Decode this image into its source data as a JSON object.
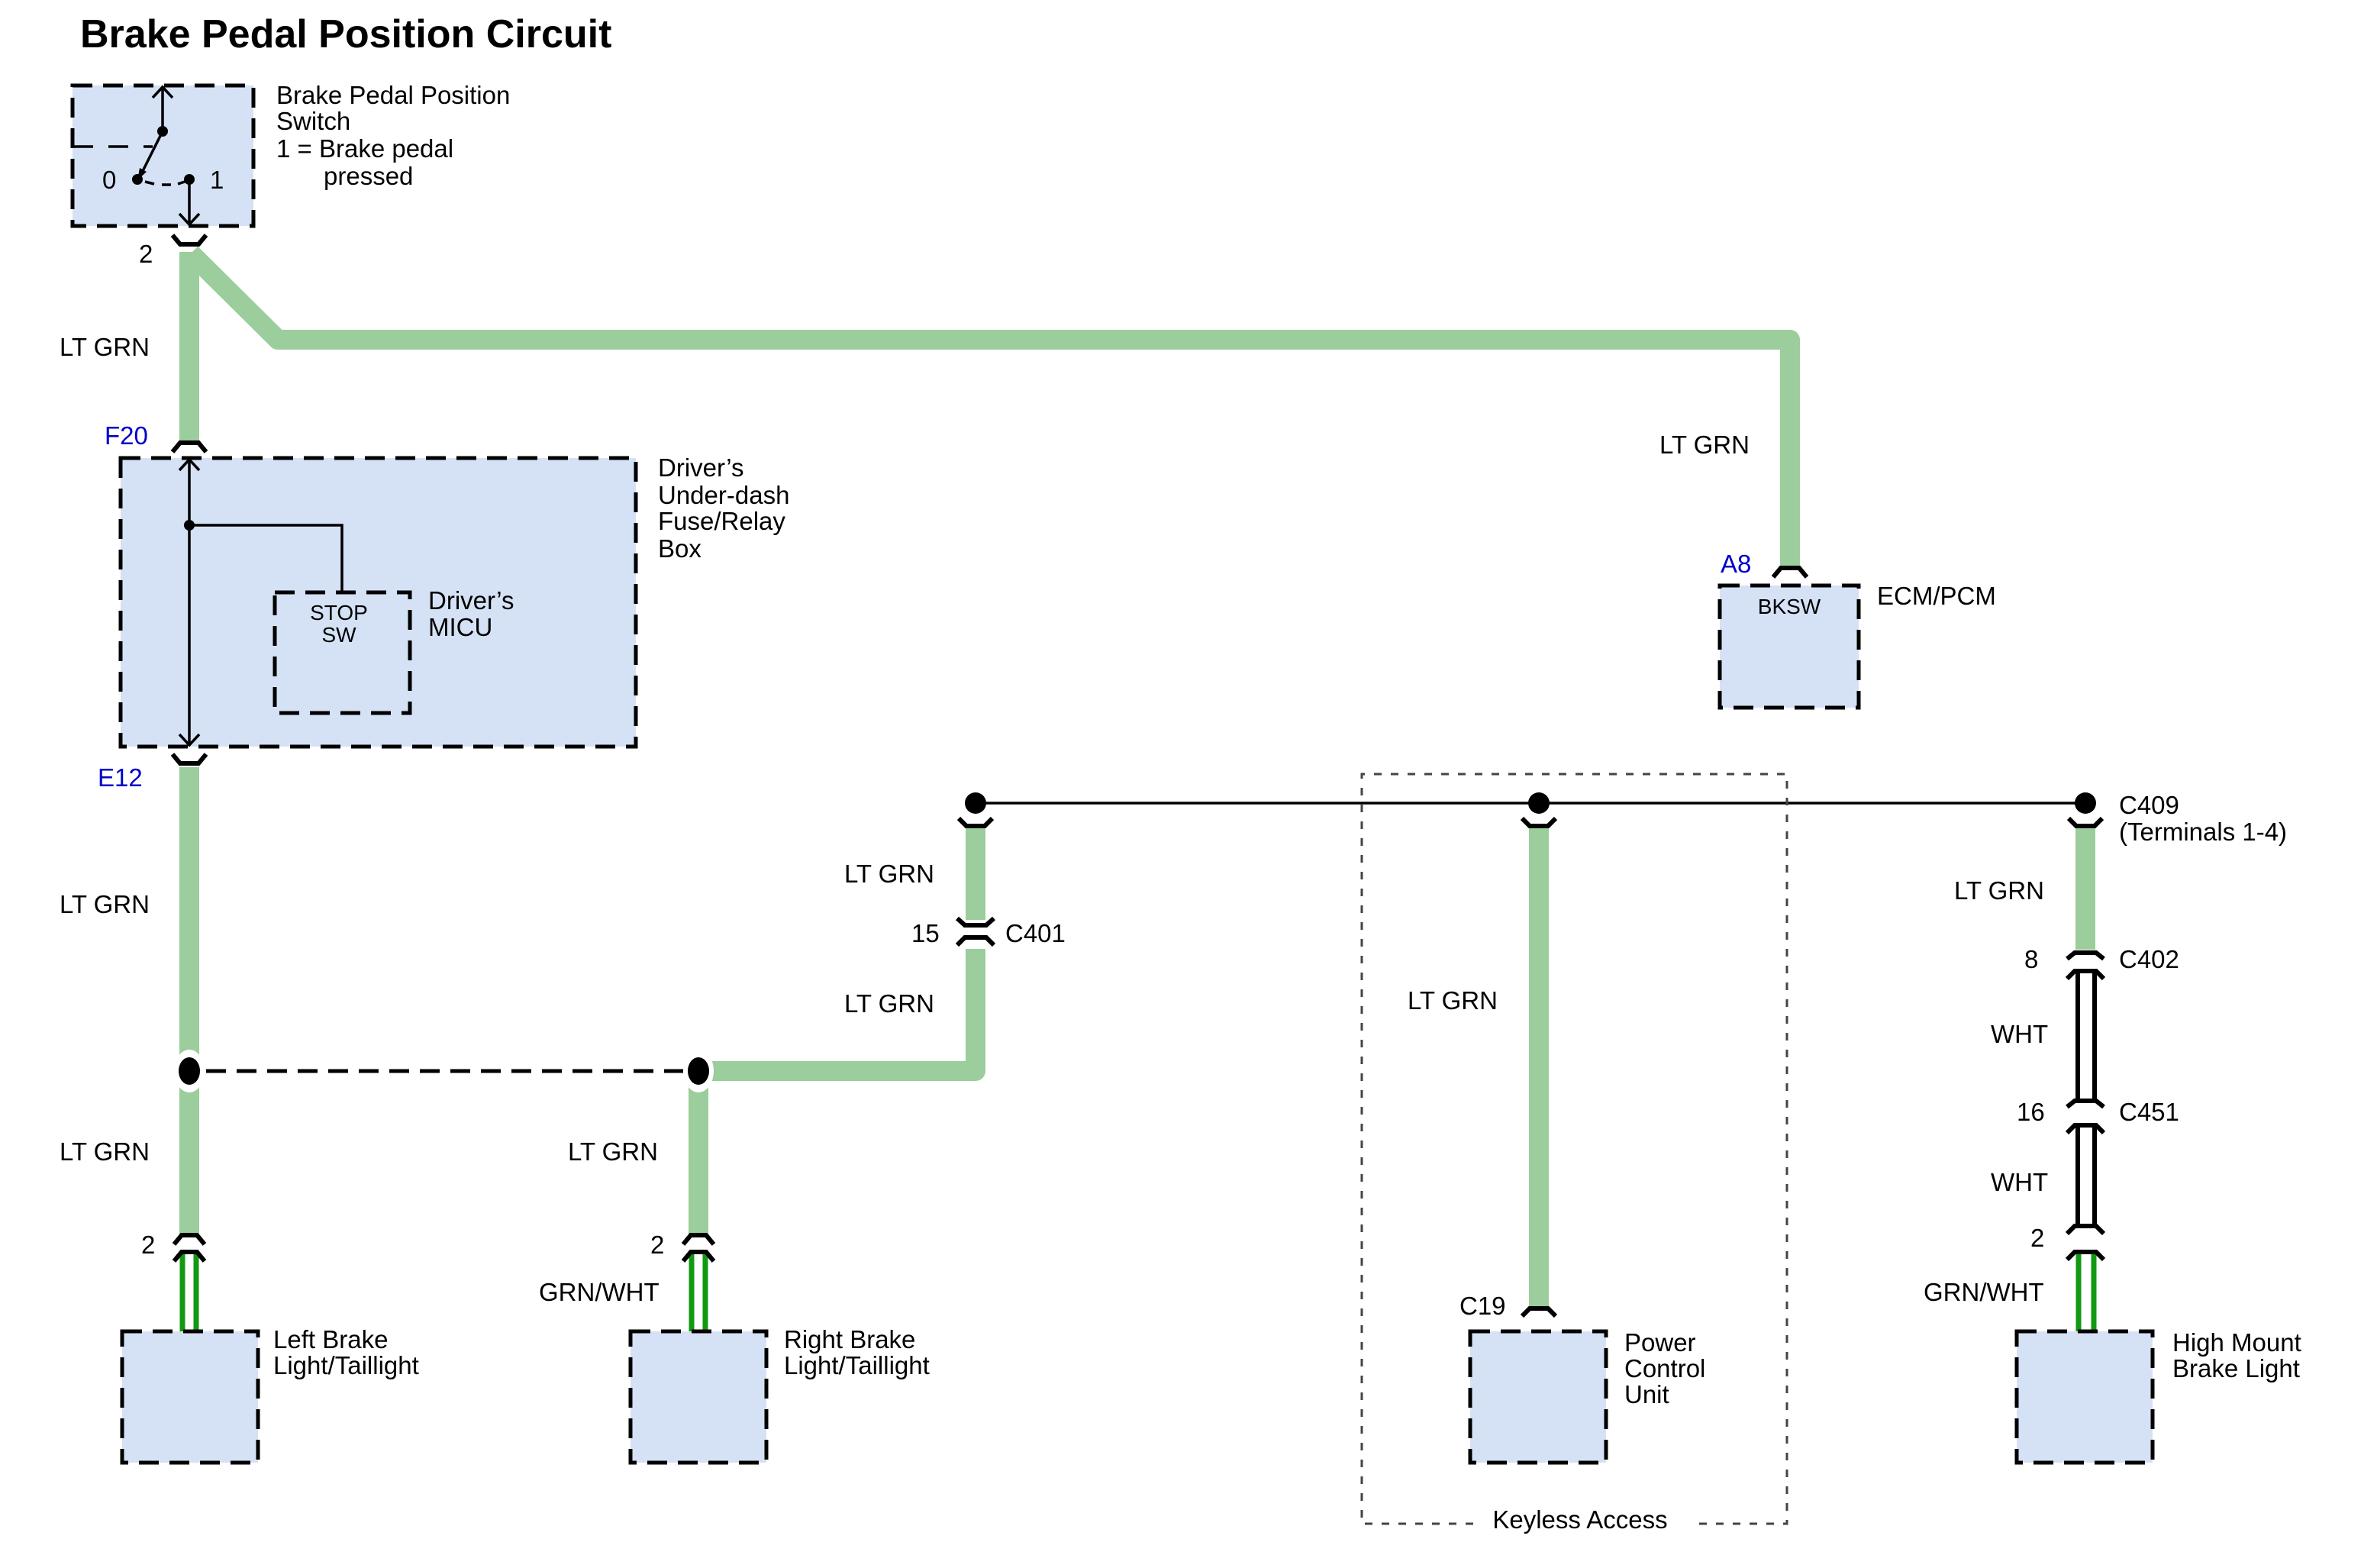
{
  "title": "Brake Pedal Position Circuit",
  "colors": {
    "wire_lt_grn": "#9ccd9c",
    "wire_grn_wht": "#119911",
    "component_fill": "#d5e2f5",
    "connector_id": "#0000cc"
  },
  "components": {
    "brake_switch": {
      "name_lines": [
        "Brake Pedal Position",
        "Switch",
        "1 = Brake pedal",
        "pressed"
      ],
      "pos0": "0",
      "pos1": "1",
      "pin": "2"
    },
    "fuse_box": {
      "name_lines": [
        "Driver’s",
        "Under-dash",
        "Fuse/Relay",
        "Box"
      ],
      "connector_in": "F20",
      "connector_out": "E12",
      "micu_name_lines": [
        "Driver’s",
        "MICU"
      ],
      "micu_inner_lines": [
        "STOP",
        "SW"
      ]
    },
    "ecm": {
      "name": "ECM/PCM",
      "connector": "A8",
      "terminal": "BKSW"
    },
    "left_light": {
      "name_lines": [
        "Left Brake",
        "Light/Taillight"
      ],
      "pin": "2"
    },
    "right_light": {
      "name_lines": [
        "Right Brake",
        "Light/Taillight"
      ],
      "pin": "2",
      "wire_color": "GRN/WHT"
    },
    "pcu": {
      "name_lines": [
        "Power",
        "Control",
        "Unit"
      ],
      "connector": "C19"
    },
    "high_mount": {
      "name_lines": [
        "High Mount",
        "Brake Light"
      ],
      "pin": "2",
      "wire_color": "GRN/WHT"
    },
    "keyless_group": "Keyless Access"
  },
  "connectors": {
    "c401": {
      "id": "C401",
      "pin": "15"
    },
    "c409": {
      "id": "C409",
      "note": "(Terminals 1-4)"
    },
    "c402": {
      "id": "C402",
      "pin": "8"
    },
    "c451": {
      "id": "C451",
      "pin": "16"
    }
  },
  "wire_labels": {
    "switch_to_fuse": "LT GRN",
    "switch_to_ecm": "LT GRN",
    "e12_down": "LT GRN",
    "left_light": "LT GRN",
    "right_light": "LT GRN",
    "c401_upper": "LT GRN",
    "c401_lower": "LT GRN",
    "pcu": "LT GRN",
    "c409_down": "LT GRN",
    "c402_c451": "WHT",
    "c451_light": "WHT"
  }
}
